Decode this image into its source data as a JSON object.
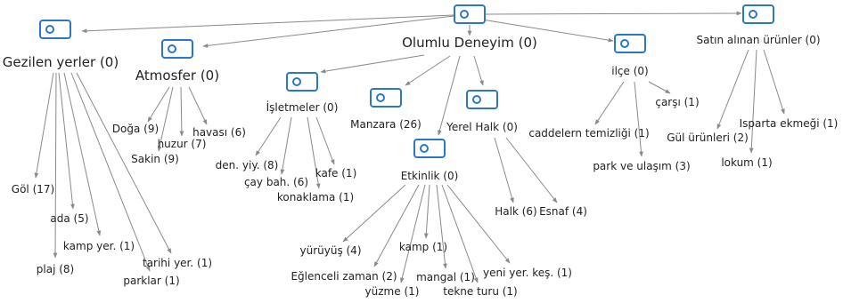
{
  "colors": {
    "icon": "#2a77c9",
    "edge": "#8a8a8a",
    "text": "#222222"
  },
  "nodes": {
    "root": {
      "label": ""
    },
    "olumlu": {
      "label": "Olumlu Deneyim (0)"
    },
    "gezilen": {
      "label": "Gezilen yerler (0)"
    },
    "atmosfer": {
      "label": "Atmosfer (0)"
    },
    "isletmeler": {
      "label": "İşletmeler (0)"
    },
    "manzara": {
      "label": "Manzara (26)"
    },
    "etkinlik": {
      "label": "Etkinlik (0)"
    },
    "yerelhalk": {
      "label": "Yerel Halk (0)"
    },
    "ilce": {
      "label": "ilçe (0)"
    },
    "satin": {
      "label": "Satın alınan ürünler (0)"
    },
    "gol": {
      "label": "Göl (17)"
    },
    "ada": {
      "label": "ada (5)"
    },
    "plaj": {
      "label": "plaj (8)"
    },
    "kampyer": {
      "label": "kamp yer. (1)"
    },
    "tarihi": {
      "label": "tarihi yer. (1)"
    },
    "parklar": {
      "label": "parklar (1)"
    },
    "doga": {
      "label": "Doğa (9)"
    },
    "sakin": {
      "label": "Sakin (9)"
    },
    "huzur": {
      "label": "huzur (7)"
    },
    "havasi": {
      "label": "havası (6)"
    },
    "denyiy": {
      "label": "den. yiy. (8)"
    },
    "caybah": {
      "label": "çay bah. (6)"
    },
    "konaklama": {
      "label": "konaklama (1)"
    },
    "kafe": {
      "label": "kafe (1)"
    },
    "yuruyus": {
      "label": "yürüyüş (4)"
    },
    "eglenceli": {
      "label": "Eğlenceli zaman (2)"
    },
    "yuzme": {
      "label": "yüzme (1)"
    },
    "kamp": {
      "label": "kamp (1)"
    },
    "mangal": {
      "label": "mangal (1)"
    },
    "tekne": {
      "label": "tekne turu (1)"
    },
    "yeniyer": {
      "label": "yeni yer. keş. (1)"
    },
    "halk": {
      "label": "Halk (6)"
    },
    "esnaf": {
      "label": "Esnaf (4)"
    },
    "caddelern": {
      "label": "caddelern temizliği (1)"
    },
    "parkulasim": {
      "label": "park ve ulaşım (3)"
    },
    "carsi": {
      "label": "çarşı (1)"
    },
    "gulurun": {
      "label": "Gül ürünleri (2)"
    },
    "lokum": {
      "label": "lokum (1)"
    },
    "isparta": {
      "label": "Isparta ekmeği (1)"
    }
  },
  "edges": [
    [
      "root",
      "gezilen"
    ],
    [
      "root",
      "atmosfer"
    ],
    [
      "root",
      "olumlu"
    ],
    [
      "root",
      "ilce"
    ],
    [
      "root",
      "satin"
    ],
    [
      "olumlu",
      "isletmeler"
    ],
    [
      "olumlu",
      "manzara"
    ],
    [
      "olumlu",
      "etkinlik"
    ],
    [
      "olumlu",
      "yerelhalk"
    ],
    [
      "gezilen",
      "gol"
    ],
    [
      "gezilen",
      "ada"
    ],
    [
      "gezilen",
      "plaj"
    ],
    [
      "gezilen",
      "kampyer"
    ],
    [
      "gezilen",
      "tarihi"
    ],
    [
      "gezilen",
      "parklar"
    ],
    [
      "atmosfer",
      "doga"
    ],
    [
      "atmosfer",
      "sakin"
    ],
    [
      "atmosfer",
      "huzur"
    ],
    [
      "atmosfer",
      "havasi"
    ],
    [
      "isletmeler",
      "denyiy"
    ],
    [
      "isletmeler",
      "caybah"
    ],
    [
      "isletmeler",
      "konaklama"
    ],
    [
      "isletmeler",
      "kafe"
    ],
    [
      "etkinlik",
      "yuruyus"
    ],
    [
      "etkinlik",
      "eglenceli"
    ],
    [
      "etkinlik",
      "yuzme"
    ],
    [
      "etkinlik",
      "kamp"
    ],
    [
      "etkinlik",
      "mangal"
    ],
    [
      "etkinlik",
      "tekne"
    ],
    [
      "etkinlik",
      "yeniyer"
    ],
    [
      "yerelhalk",
      "halk"
    ],
    [
      "yerelhalk",
      "esnaf"
    ],
    [
      "ilce",
      "caddelern"
    ],
    [
      "ilce",
      "parkulasim"
    ],
    [
      "ilce",
      "carsi"
    ],
    [
      "satin",
      "gulurun"
    ],
    [
      "satin",
      "lokum"
    ],
    [
      "satin",
      "isparta"
    ]
  ]
}
